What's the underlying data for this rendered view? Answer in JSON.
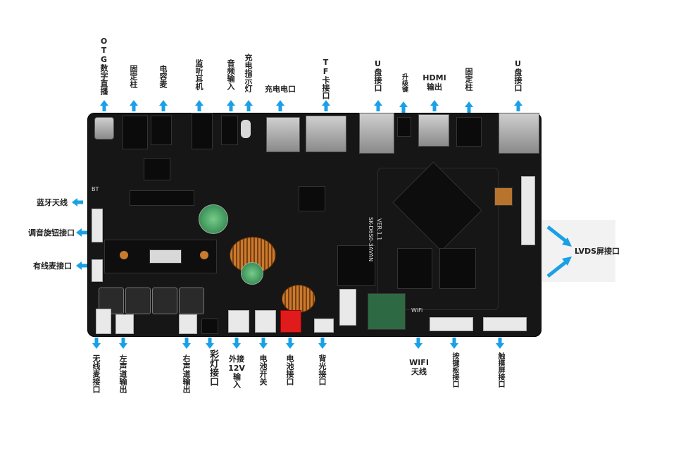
{
  "colors": {
    "arrow": "#1aa0e6",
    "board": "#161616",
    "text": "#222222"
  },
  "board": {
    "silkscreen_model": "SK-D6S0-3AVAN",
    "silkscreen_ver": "VER:1.1",
    "bt_mark": "BT",
    "wifi_mark": "WiFi"
  },
  "labels": {
    "otg": "OTG数字直播",
    "fixed_post_left": "固定柱",
    "condenser_mic": "电容麦",
    "monitor_headphone": "监听耳机",
    "audio_input": "音频输入",
    "charge_indicator": "充电指示灯",
    "charging_port": "充电电口",
    "tf_card": "TF卡接口",
    "usb_left": "U盘接口",
    "upgrade_key": "升级键",
    "hdmi": "HDMI输出",
    "fixed_post_right": "固定柱",
    "usb_right": "U盘接口",
    "bluetooth_antenna": "蓝牙天线",
    "volume_knob": "调音旋钮接口",
    "wired_mic": "有线麦接口",
    "lvds": "LVDS屏接口",
    "wireless_mic": "无线麦接口",
    "left_channel": "左声道输出",
    "right_channel": "右声道输出",
    "color_light": "彩灯接口",
    "ext_12v_line1": "外接",
    "ext_12v_line2": "12V",
    "ext_12v_line3": "输入",
    "battery_switch": "电池开关",
    "battery_port": "电池接口",
    "backlight": "背光接口",
    "wifi_line1": "WIFI",
    "wifi_line2": "天线",
    "keypad": "按键板接口",
    "touch": "触摸屏接口"
  }
}
